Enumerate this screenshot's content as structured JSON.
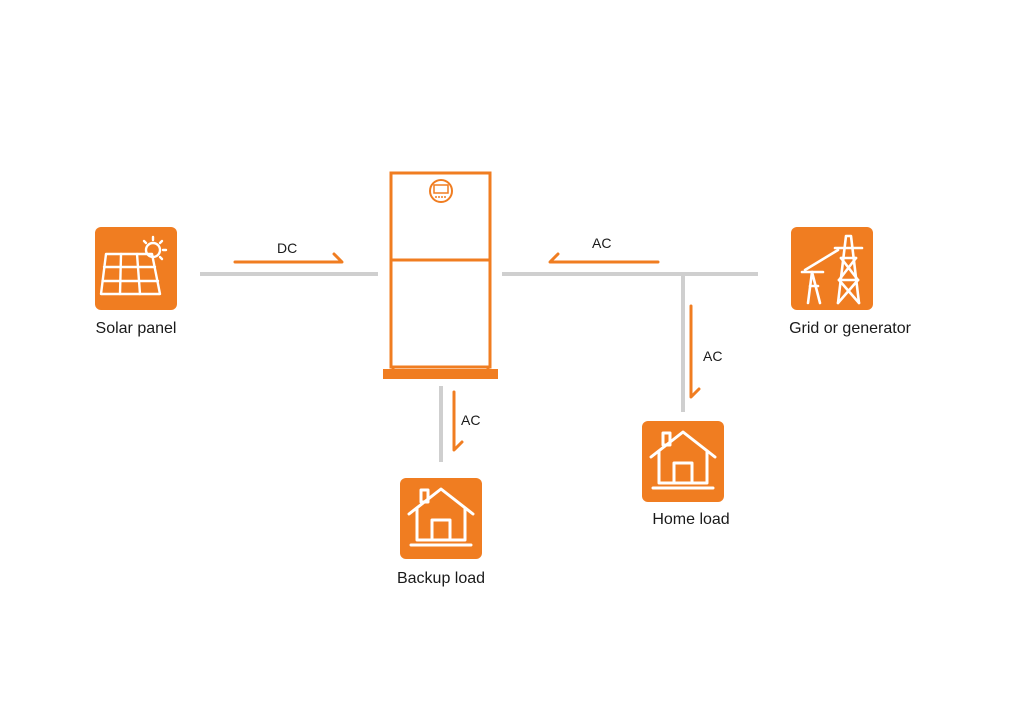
{
  "colors": {
    "accent": "#f07d21",
    "line": "#cfcfcf",
    "icon_fg": "#ffffff",
    "text": "#1a1a1a"
  },
  "nodes": {
    "solar": {
      "label": "Solar panel",
      "icon": "solar-panel-icon"
    },
    "grid": {
      "label": "Grid or generator",
      "icon": "power-tower-icon"
    },
    "backup": {
      "label": "Backup load",
      "icon": "house-icon"
    },
    "home": {
      "label": "Home load",
      "icon": "house-icon"
    },
    "inverter": {
      "icon": "inverter-battery-icon"
    }
  },
  "flows": {
    "solar_to_inverter": "DC",
    "grid_to_inverter": "AC",
    "inverter_to_backup": "AC",
    "grid_to_home": "AC"
  }
}
